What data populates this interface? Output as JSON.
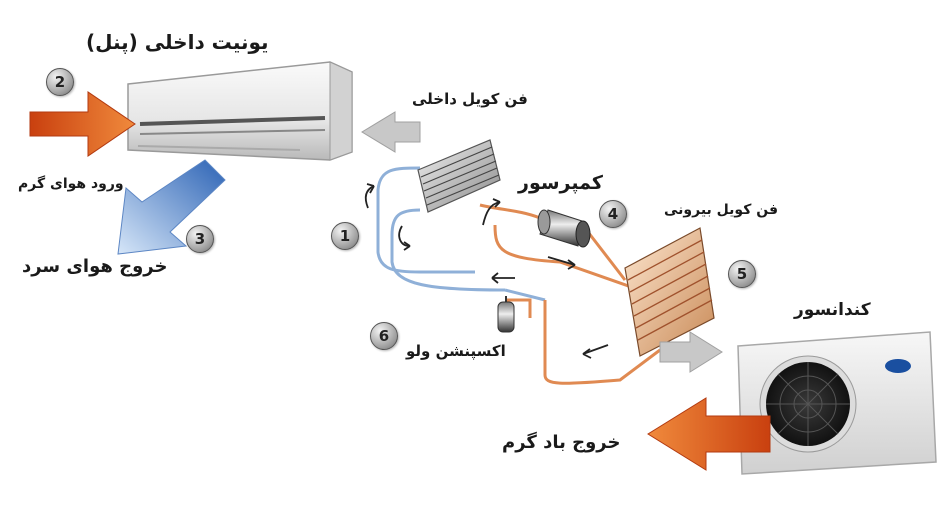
{
  "labels": {
    "indoor_unit": "یونیت داخلی (پنل)",
    "warm_air_in": "ورود هوای گرم",
    "cold_air_out": "خروج هوای سرد",
    "indoor_fan_coil": "فن کویل داخلی",
    "compressor": "کمپرسور",
    "outdoor_fan_coil": "فن کویل بیرونی",
    "condenser": "کندانسور",
    "expansion_valve": "اکسپنشن ولو",
    "hot_air_out": "خروج باد گرم"
  },
  "steps": [
    "1",
    "2",
    "3",
    "4",
    "5",
    "6"
  ],
  "colors": {
    "hot_arrow": "#d9531e",
    "cold_arrow": "#3a78c9",
    "cold_pipe": "#8fb0d8",
    "hot_pipe": "#e08a52",
    "grey_arrow": "#bdbdbd",
    "brand_badge": "#1a4fa0"
  }
}
